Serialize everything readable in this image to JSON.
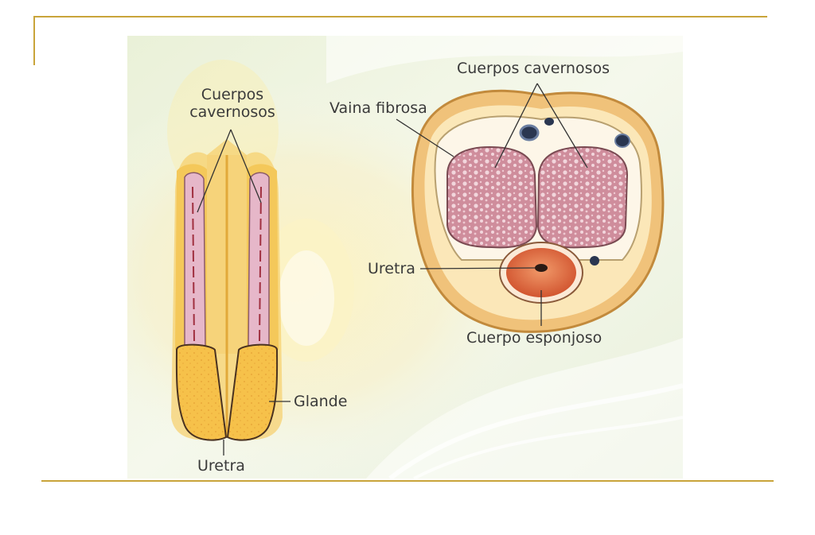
{
  "labels": {
    "left_cavernosos": "Cuerpos\ncavernosos",
    "right_cavernosos": "Cuerpos cavernosos",
    "vaina": "Vaina fibrosa",
    "uretra_right": "Uretra",
    "esponjoso": "Cuerpo esponjoso",
    "glande": "Glande",
    "uretra_left": "Uretra"
  },
  "colors": {
    "frame_rule": "#c9a43a",
    "panel_bg": "#f1f5e4",
    "tissue_pink": "#d99aa8",
    "spongy_orange": "#d9633a",
    "gland_yellow": "#f4b83c"
  }
}
